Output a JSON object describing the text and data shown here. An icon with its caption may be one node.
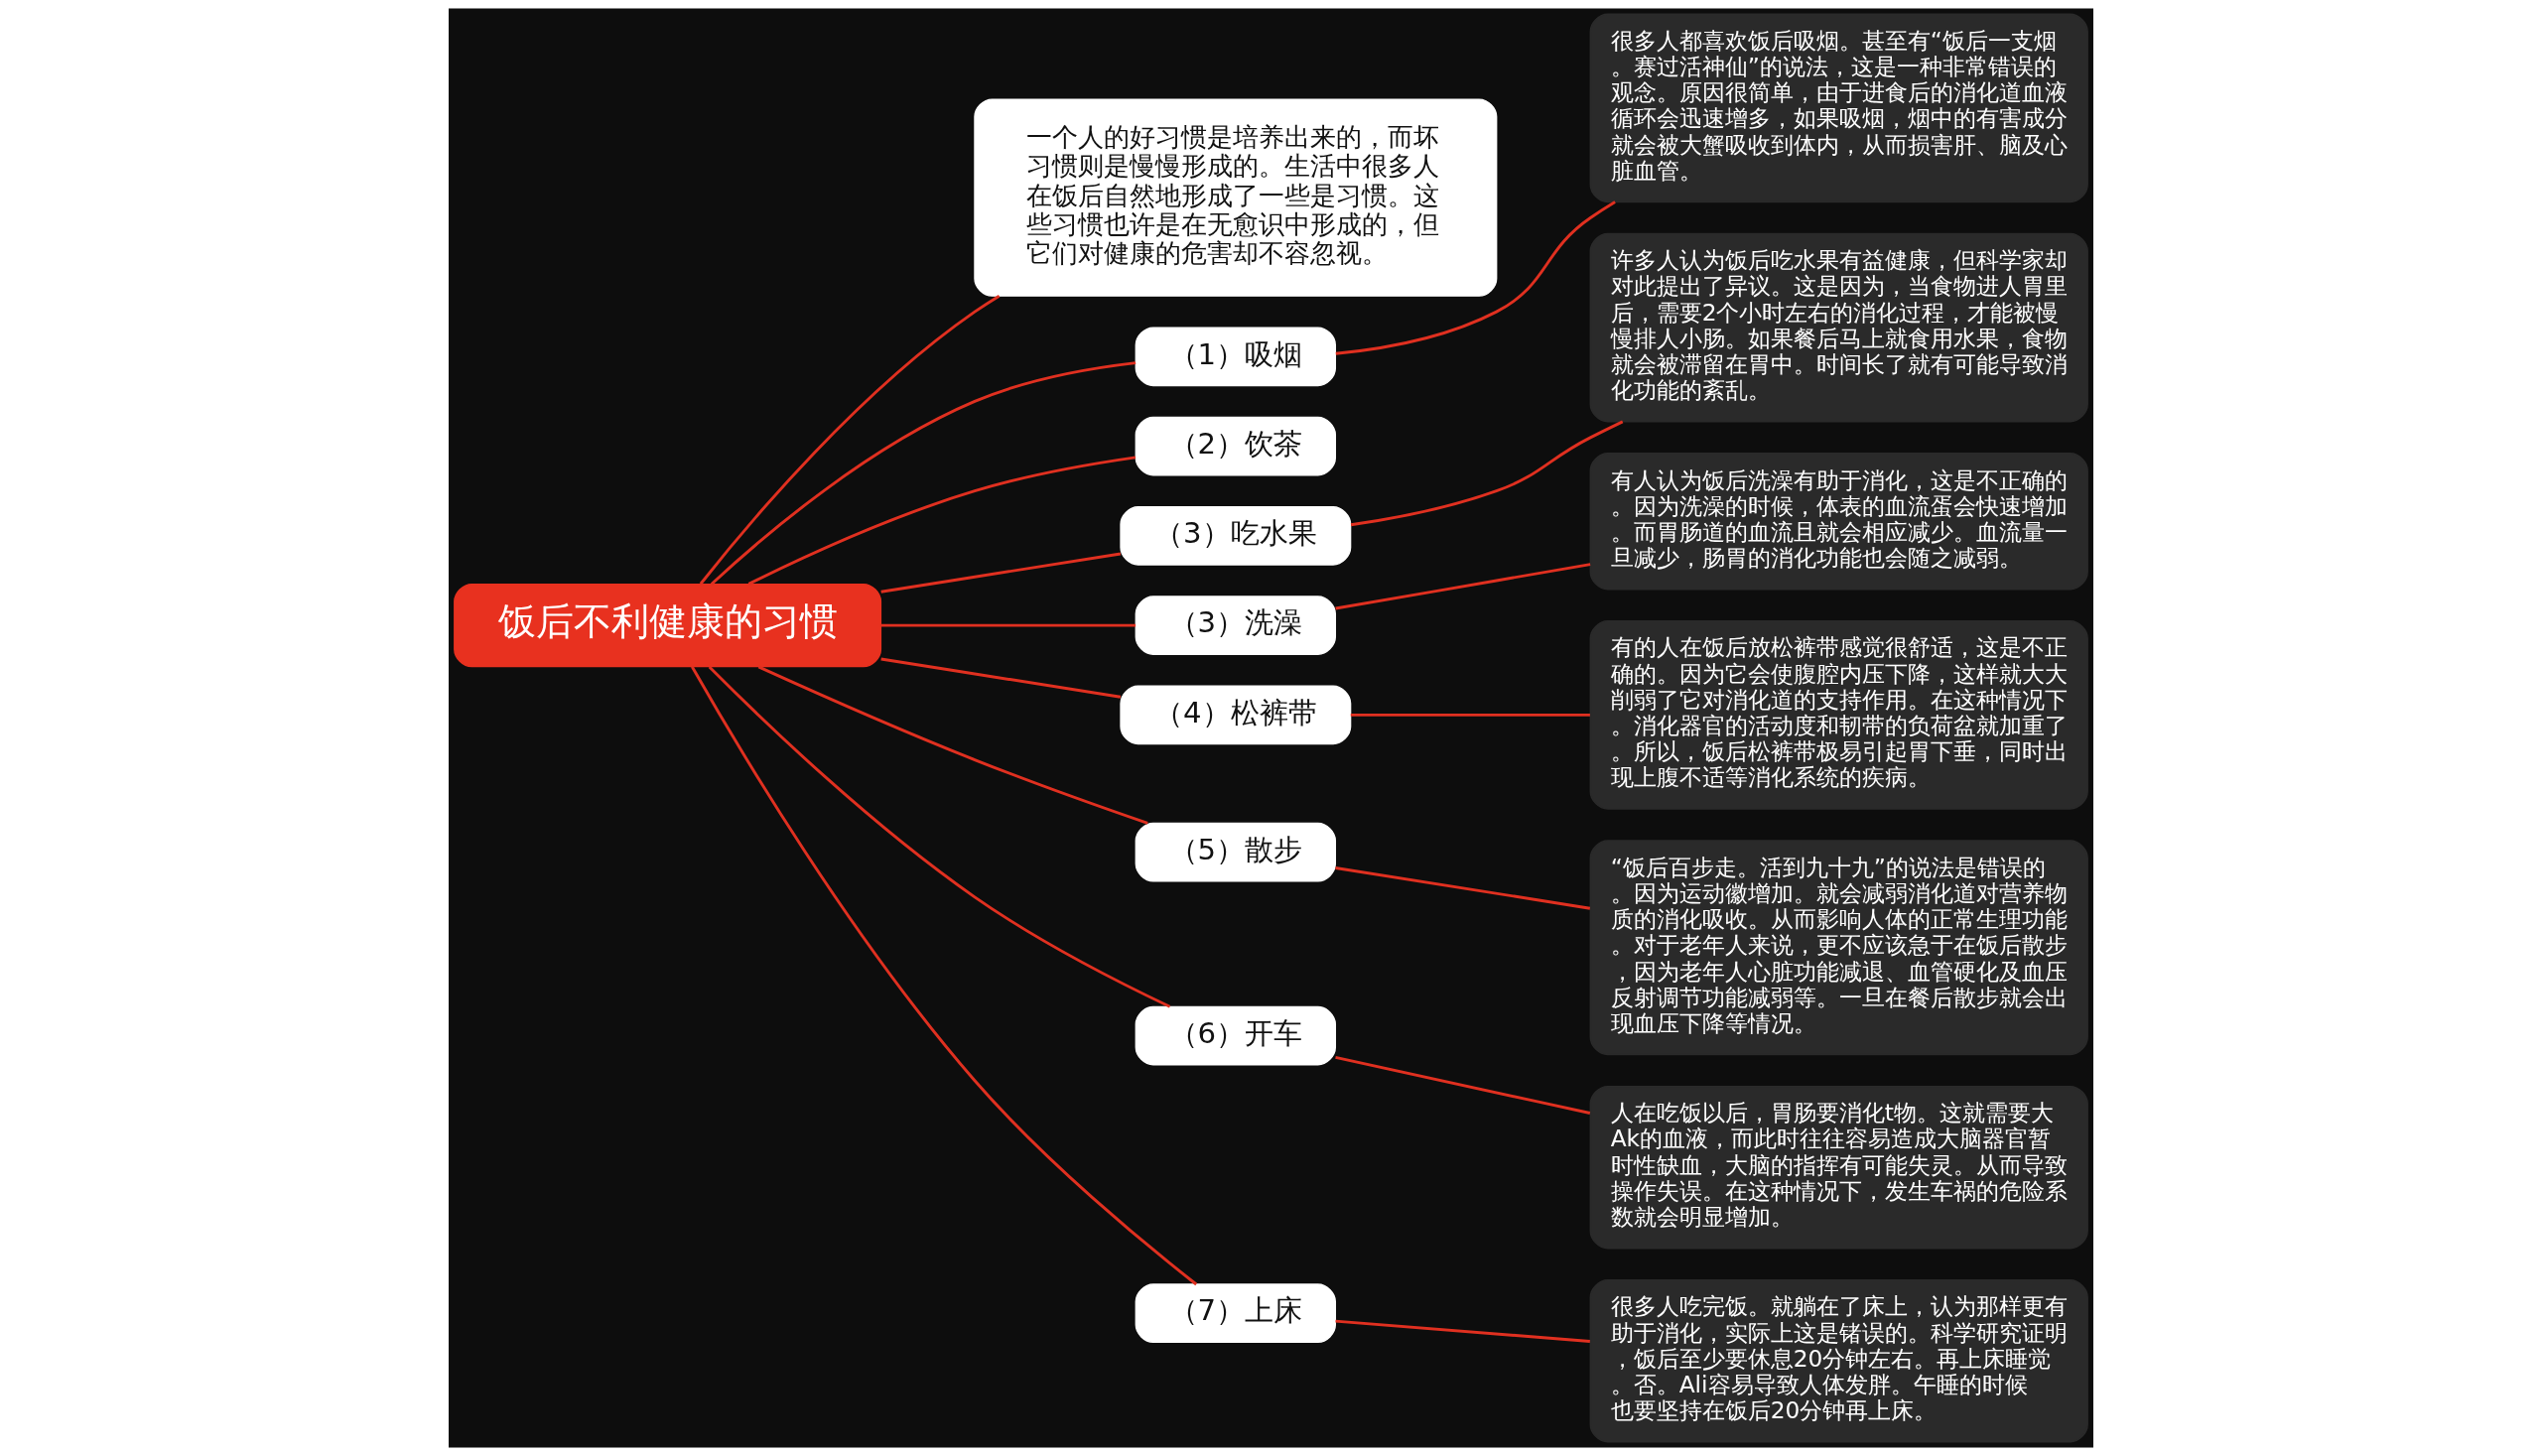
{
  "diagram": {
    "nodes": [
      {
        "text": [
          "饭后不利健康的习惯"
        ]
      },
      {
        "text": [
          "一个人的好习惯是培养出来的，而坏习惯则是慢慢形成的。生活中很多人在饭后自然地形成了一些是习惯。这些习惯也许是在无愈识中形成的，但它们对健康的危害却不容忽视。"
        ]
      },
      {
        "text": [
          "（1）吸烟"
        ]
      },
      {
        "text": [
          "很多人都喜欢饭后吸烟。甚至有“饭后一支烟。赛过活神仙”的说法，这是一种非常错误的观念。原因很简单，由于进食后的消化道血液循环会迅速增多，如果吸烟，烟中的有害成分就会被大蟹吸收到体内，从而损害肝、脑及心脏血管。"
        ]
      },
      {
        "text": [
          "（2）饮茶"
        ]
      },
      {
        "text": [
          "（3）吃水果"
        ]
      },
      {
        "text": [
          "许多人认为饭后吃水果有益健康，但科学家却对此提出了异议。这是因为，当食物进人胃里后，需要2个小时左右的消化过程，才能被慢慢排人小肠。如果餐后马上就食用水果，食物就会被滞留在胃中。时间长了就有可能导致消化功能的紊乱。"
        ]
      },
      {
        "text": [
          "（3）洗澡"
        ]
      },
      {
        "text": [
          "有人认为饭后洗澡有助于消化，这是不正确的。因为洗澡的时候，体表的血流蛋会快速增加。而胃肠道的血流且就会相应减少。血流量一旦减少，肠胃的消化功能也会随之减弱。"
        ]
      },
      {
        "text": [
          "（4）松裤带"
        ]
      },
      {
        "text": [
          "有的人在饭后放松裤带感觉很舒适，这是不正确的。因为它会使腹腔内压下降，这样就大大削弱了它对消化道的支持作用。在这种情况下。消化器官的活动度和韧带的负荷盆就加重了。所以，饭后松裤带极易引起胃下垂，同时出现上腹不适等消化系统的疾病。"
        ]
      },
      {
        "text": [
          "（5）散步"
        ]
      },
      {
        "text": [
          "“饭后百步走。活到九十九”的说法是错误的。因为运动徽增加。就会减弱消化道对营养物质的消化吸收。从而影响人体的正常生理功能。对于老年人来说，更不应该急于在饭后散步，因为老年人心脏功能减退、血管硬化及血压反射调节功能减弱等。一旦在餐后散步就会出现血压下降等情况。"
        ]
      },
      {
        "text": [
          "（6）开车"
        ]
      },
      {
        "text": [
          "人在吃饭以后，胃肠要消化t物。这就需要大Ak的血液，而此时往往容易造成大脑器官暂时性缺血，大脑的指挥有可能失灵。从而导致操作失误。在这种情况下，发生车祸的危险系数就会明显增加。"
        ]
      },
      {
        "text": [
          "（7）上床"
        ]
      },
      {
        "text": [
          "很多人吃完饭。就躺在了床上，认为那样更有助于消化，实际上这是锗误的。科学研究证明，饭后至少要休息20分钟左右。再上床睡觉。否。Ali容易导致人体发胖。午睡的时候也要坚持在饭后20分钟再上床。"
        ]
      }
    ],
    "edges": [
      {
        "from": 0,
        "to": 1,
        "arrow": "none"
      },
      {
        "from": 0,
        "to": 2,
        "arrow": "none"
      },
      {
        "from": 2,
        "to": 3,
        "arrow": "none"
      },
      {
        "from": 0,
        "to": 4,
        "arrow": "none"
      },
      {
        "from": 0,
        "to": 5,
        "arrow": "none"
      },
      {
        "from": 5,
        "to": 6,
        "arrow": "none"
      },
      {
        "from": 0,
        "to": 7,
        "arrow": "none"
      },
      {
        "from": 7,
        "to": 8,
        "arrow": "none"
      },
      {
        "from": 0,
        "to": 9,
        "arrow": "none"
      },
      {
        "from": 9,
        "to": 10,
        "arrow": "none"
      },
      {
        "from": 0,
        "to": 11,
        "arrow": "none"
      },
      {
        "from": 11,
        "to": 12,
        "arrow": "none"
      },
      {
        "from": 0,
        "to": 13,
        "arrow": "none"
      },
      {
        "from": 13,
        "to": 14,
        "arrow": "none"
      },
      {
        "from": 0,
        "to": 15,
        "arrow": "none"
      },
      {
        "from": 15,
        "to": 16,
        "arrow": "none"
      }
    ]
  }
}
